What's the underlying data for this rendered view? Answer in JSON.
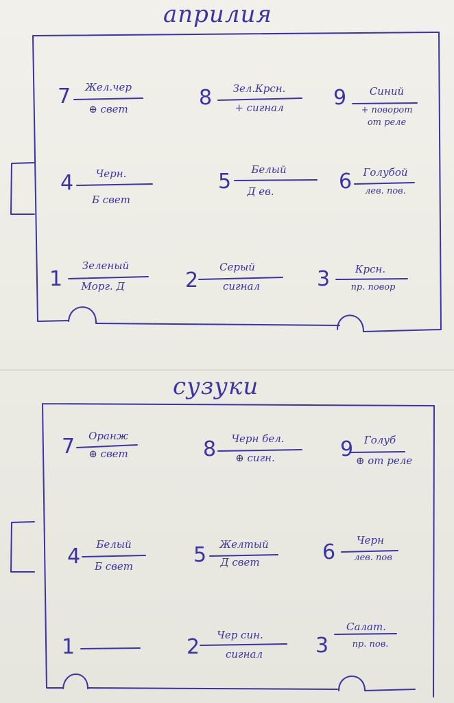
{
  "sections": [
    {
      "title": "априлия",
      "cells": [
        {
          "num": "7",
          "top": "Жел.чер",
          "bottom": "⊕ свет",
          "extra": ""
        },
        {
          "num": "8",
          "top": "Зел.Крсн.",
          "bottom": "+ сигнал",
          "extra": ""
        },
        {
          "num": "9",
          "top": "Синий",
          "bottom": "+ поворот",
          "extra": "от реле"
        },
        {
          "num": "4",
          "top": "Черн.",
          "bottom": "Б свет",
          "extra": ""
        },
        {
          "num": "5",
          "top": "Белый",
          "bottom": "Д ев.",
          "extra": ""
        },
        {
          "num": "6",
          "top": "Голубой",
          "bottom": "лев. пов.",
          "extra": ""
        },
        {
          "num": "1",
          "top": "Зеленый",
          "bottom": "Морг. Д",
          "extra": ""
        },
        {
          "num": "2",
          "top": "Серый",
          "bottom": "сигнал",
          "extra": ""
        },
        {
          "num": "3",
          "top": "Крсн.",
          "bottom": "пр. повор",
          "extra": ""
        }
      ]
    },
    {
      "title": "сузуки",
      "cells": [
        {
          "num": "7",
          "top": "Оранж",
          "bottom": "⊕ свет",
          "extra": ""
        },
        {
          "num": "8",
          "top": "Черн бел.",
          "bottom": "⊕ сигн.",
          "extra": ""
        },
        {
          "num": "9",
          "top": "Голуб",
          "bottom": "⊕ от реле",
          "extra": ""
        },
        {
          "num": "4",
          "top": "Белый",
          "bottom": "Б свет",
          "extra": ""
        },
        {
          "num": "5",
          "top": "Желтый",
          "bottom": "Д свет",
          "extra": ""
        },
        {
          "num": "6",
          "top": "Черн",
          "bottom": "лев. пов",
          "extra": ""
        },
        {
          "num": "1",
          "top": "",
          "bottom": "",
          "extra": ""
        },
        {
          "num": "2",
          "top": "Чер син.",
          "bottom": "сигнал",
          "extra": ""
        },
        {
          "num": "3",
          "top": "Салат.",
          "bottom": "пр. пов.",
          "extra": ""
        }
      ]
    }
  ]
}
